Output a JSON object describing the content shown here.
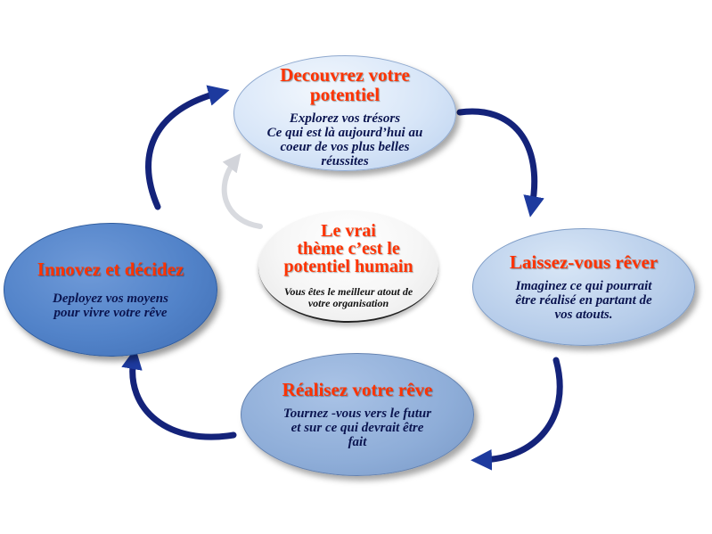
{
  "colors": {
    "title_color": "#ff3300",
    "body_color": "#0b1550",
    "arrow_color": "#14237a",
    "arrow_light_color": "#d8dadf"
  },
  "nodes": {
    "top": {
      "title": "Decouvrez votre potentiel",
      "lines": [
        "Explorez vos trésors",
        "Ce qui est là aujourd’hui au",
        "coeur de vos plus belles",
        "réussites"
      ]
    },
    "right": {
      "title": "Laissez-vous rêver",
      "lines": [
        "Imaginez ce qui pourrait",
        "être réalisé en partant de",
        "vos atouts."
      ]
    },
    "bottom": {
      "title": "Réalisez votre rêve",
      "lines": [
        "Tournez -vous vers le futur",
        "et sur ce qui devrait être",
        "fait"
      ]
    },
    "left": {
      "title": "Innovez et décidez",
      "lines": [
        "Deployez vos moyens",
        "pour vivre votre rêve"
      ]
    },
    "center": {
      "title_lines": [
        "Le vrai",
        "thème c’est  le",
        "potentiel humain"
      ],
      "lines": [
        "Vous êtes le meilleur atout de",
        "votre organisation"
      ]
    }
  }
}
